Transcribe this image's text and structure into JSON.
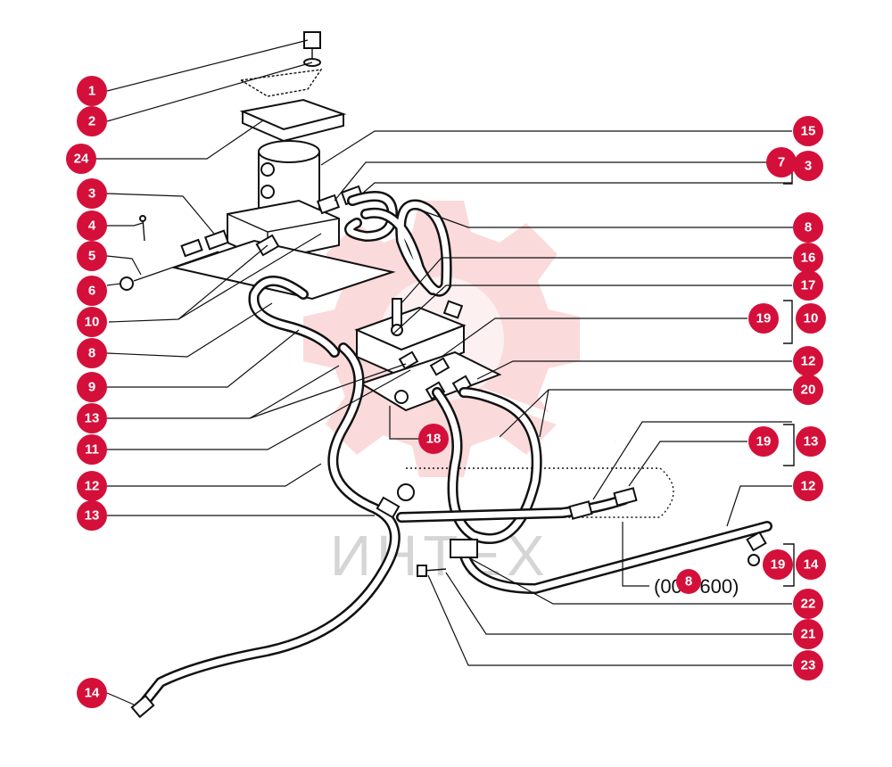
{
  "callouts": [
    {
      "id": "c1",
      "label": "1"
    },
    {
      "id": "c2",
      "label": "2"
    },
    {
      "id": "c24",
      "label": "24"
    },
    {
      "id": "c3a",
      "label": "3"
    },
    {
      "id": "c4",
      "label": "4"
    },
    {
      "id": "c5",
      "label": "5"
    },
    {
      "id": "c6",
      "label": "6"
    },
    {
      "id": "c10a",
      "label": "10"
    },
    {
      "id": "c8a",
      "label": "8"
    },
    {
      "id": "c9",
      "label": "9"
    },
    {
      "id": "c13a",
      "label": "13"
    },
    {
      "id": "c11",
      "label": "11"
    },
    {
      "id": "c12a",
      "label": "12"
    },
    {
      "id": "c13b",
      "label": "13"
    },
    {
      "id": "c14a",
      "label": "14"
    },
    {
      "id": "c15",
      "label": "15"
    },
    {
      "id": "c7",
      "label": "7"
    },
    {
      "id": "c3b",
      "label": "3"
    },
    {
      "id": "c8b",
      "label": "8"
    },
    {
      "id": "c16",
      "label": "16"
    },
    {
      "id": "c17",
      "label": "17"
    },
    {
      "id": "c19a",
      "label": "19"
    },
    {
      "id": "c10b",
      "label": "10"
    },
    {
      "id": "c12b",
      "label": "12"
    },
    {
      "id": "c20",
      "label": "20"
    },
    {
      "id": "c18",
      "label": "18"
    },
    {
      "id": "c19b",
      "label": "19"
    },
    {
      "id": "c13c",
      "label": "13"
    },
    {
      "id": "c12c",
      "label": "12"
    },
    {
      "id": "c19c",
      "label": "19"
    },
    {
      "id": "c14b",
      "label": "14"
    },
    {
      "id": "c22",
      "label": "22"
    },
    {
      "id": "c21",
      "label": "21"
    },
    {
      "id": "c23",
      "label": "23"
    },
    {
      "id": "cref",
      "label": "8"
    }
  ],
  "reference_note": "(008-600)",
  "watermark": "ИНТЕХ"
}
